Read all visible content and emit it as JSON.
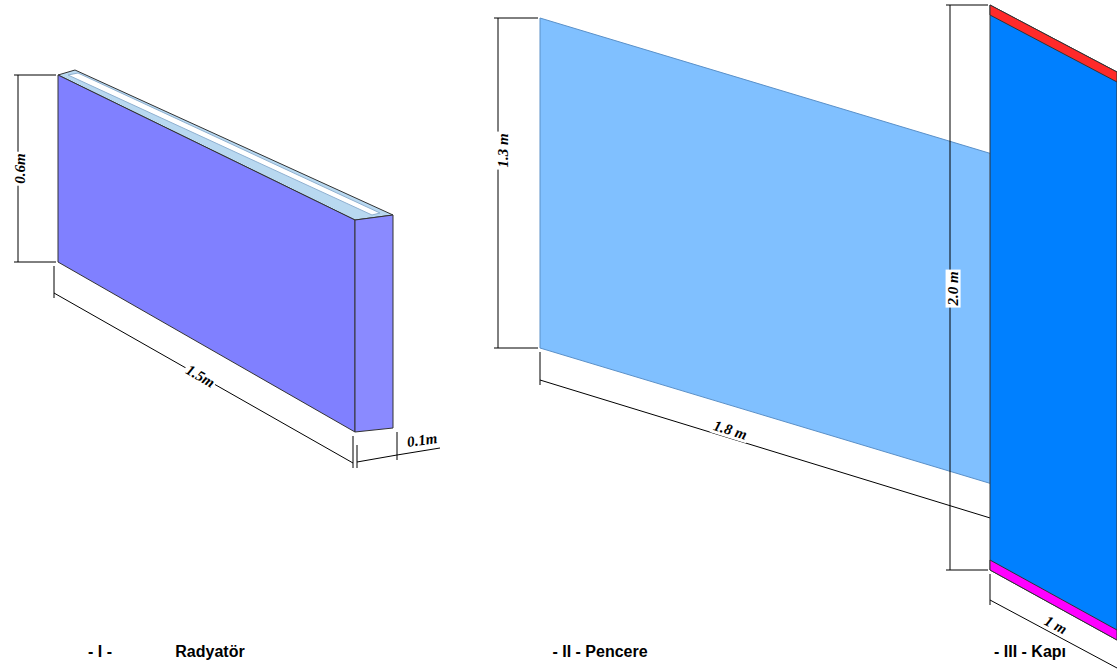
{
  "diagram": {
    "labels": [
      "0.6m",
      "1.5m",
      "0.1m",
      "1.3 m",
      "1.8 m",
      "2.0 m",
      "1 m",
      "- I -",
      "Radyatör",
      "- II - Pencere",
      "- III - Kapı"
    ]
  }
}
